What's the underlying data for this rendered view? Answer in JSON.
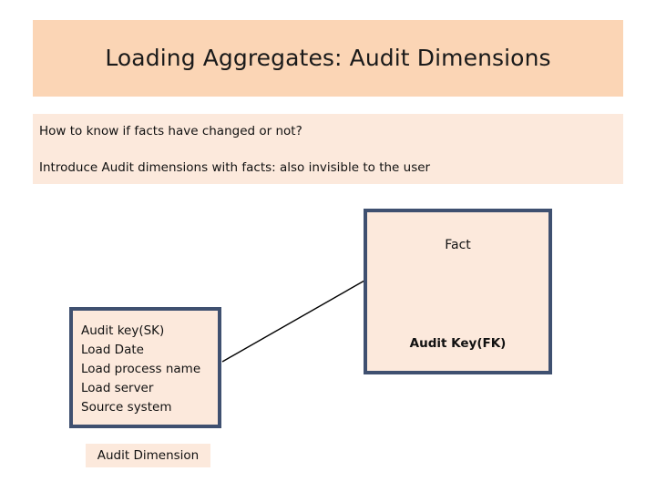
{
  "slide": {
    "title": "Loading Aggregates: Audit Dimensions",
    "body_lines": [
      "How to know if facts have changed or not?",
      "Introduce Audit dimensions with facts: also invisible to the user"
    ]
  },
  "colors": {
    "title_band_bg": "#fbd5b5",
    "body_band_bg": "#fce9dc",
    "entity_fill": "#fce9dc",
    "entity_border": "#3f5070",
    "connector_line": "#000000",
    "text": "#111111",
    "page_bg": "#ffffff"
  },
  "diagram": {
    "fact_entity": {
      "title": "Fact",
      "key": "Audit Key(FK)"
    },
    "audit_entity": {
      "caption": "Audit Dimension",
      "attributes": [
        "Audit key(SK)",
        "Load Date",
        "Load process name",
        "Load server",
        "Source system"
      ]
    },
    "relationship": {
      "from": "audit-dimension",
      "to": "fact",
      "style": "solid-line"
    }
  }
}
